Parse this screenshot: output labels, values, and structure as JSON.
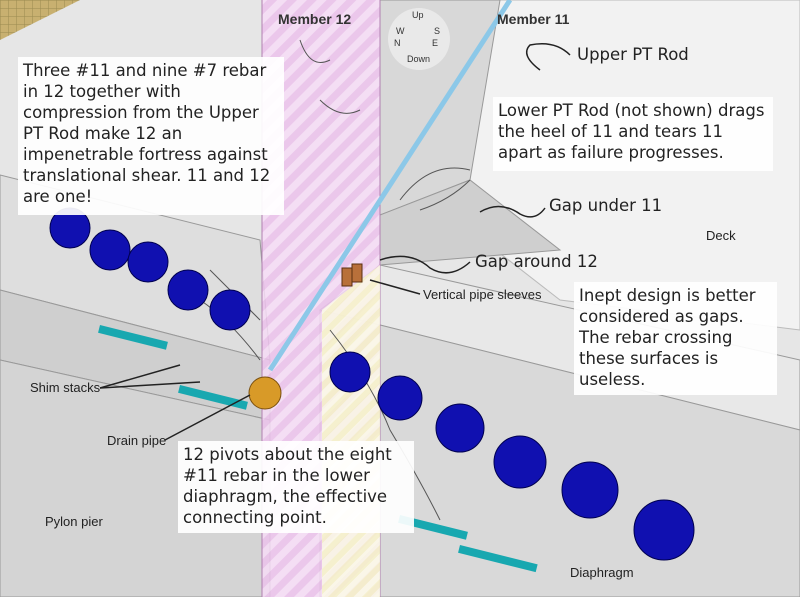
{
  "labels": {
    "member_12": "Member 12",
    "member_11": "Member 11",
    "deck": "Deck",
    "vertical_pipe_sleeves": "Vertical pipe sleeves",
    "shim_stacks": "Shim stacks",
    "drain_pipe": "Drain pipe",
    "pylon_pier": "Pylon pier",
    "diaphragm": "Diaphragm"
  },
  "compass": {
    "up": "Up",
    "down": "Down",
    "w": "W",
    "n": "N",
    "s": "S",
    "e": "E"
  },
  "callouts": {
    "upper_pt_rod": "Upper PT Rod",
    "gap_under_11": "Gap under 11",
    "gap_around_12": "Gap around 12",
    "rebar_note": "Three #11 and nine #7 rebar in 12 together with compression from the Upper PT Rod make 12 an impenetrable fortress against translational shear. 11 and 12 are one!",
    "lower_pt_rod_note": "Lower PT Rod (not shown) drags the heel of 11 and tears 11 apart as failure progresses.",
    "inept_design_note": "Inept design is better considered as gaps. The rebar crossing these surfaces is useless.",
    "pivot_note": "12 pivots about the eight #11 rebar in the lower diaphragm, the effective connecting point."
  },
  "colors": {
    "rebar_blue": "#1010b0",
    "pt_rod": "#8cc8e8",
    "member_12_highlight": "#e8a8e8",
    "gap_highlight": "#f4f0a0",
    "drain_pipe": "#d89a28",
    "shim": "#18a8b0",
    "grass": "#78a868"
  }
}
